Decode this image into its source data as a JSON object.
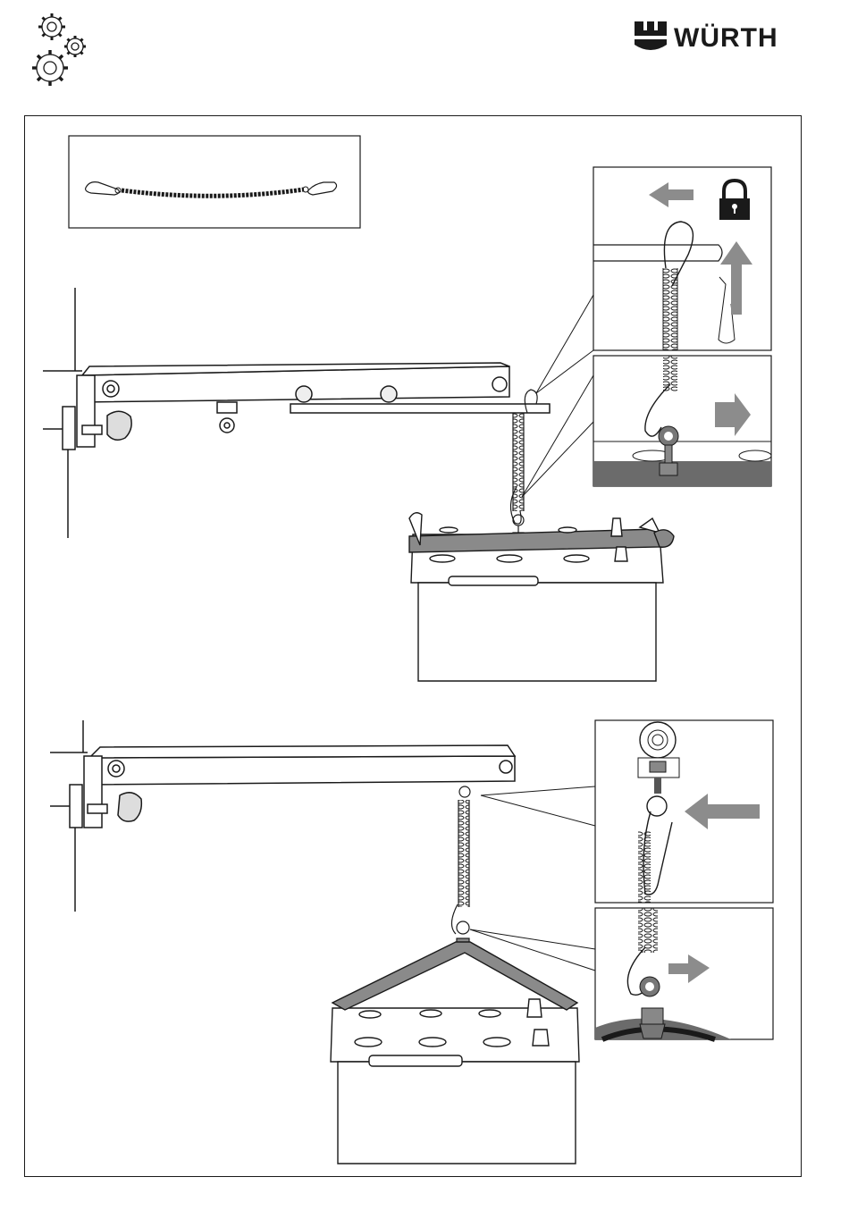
{
  "header": {
    "brand_name": "WÜRTH",
    "icons": [
      "gears-icon",
      "wurth-logo"
    ]
  },
  "figures": [
    {
      "name": "chain-accessory",
      "icons": [
        "chain-with-carabiners-icon"
      ]
    },
    {
      "name": "step-1-attach-chain",
      "icons": [
        "crane-arm-icon",
        "battery-icon",
        "padlock-icon",
        "arrow-left-icon",
        "arrow-up-icon",
        "arrow-right-icon",
        "cotter-pin-icon"
      ]
    },
    {
      "name": "step-2-lift-battery",
      "icons": [
        "crane-arm-icon",
        "battery-icon",
        "arrow-left-icon",
        "arrow-right-icon",
        "pulley-icon"
      ]
    }
  ],
  "colors": {
    "line": "#1a1a1a",
    "strap": "#8a8a8a",
    "arrow": "#8c8c8c",
    "dark_fill": "#6b6b6b"
  }
}
